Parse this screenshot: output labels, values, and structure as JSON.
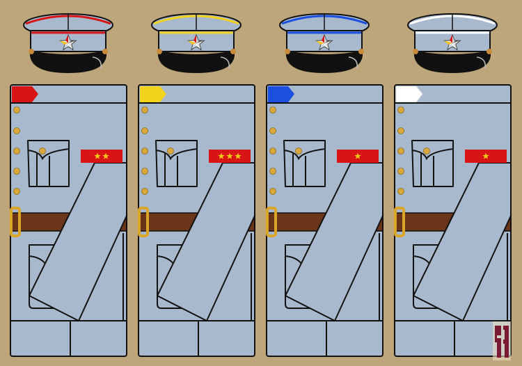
{
  "colors": {
    "background": "#bea67c",
    "uniform": "#a9b9cd",
    "belt": "#6b3519",
    "buckle": "#d9a62a",
    "button": "#d8a93a",
    "rank_tab": "#d81414",
    "rank_star": "#f3c51a",
    "visor": "#111111",
    "logo": "#7a1a35"
  },
  "uniforms": [
    {
      "piping_color": "#d81414",
      "rank_stars": 2
    },
    {
      "piping_color": "#f2d21a",
      "rank_stars": 3
    },
    {
      "piping_color": "#1a4fe0",
      "rank_stars": 1
    },
    {
      "piping_color": "#ffffff",
      "rank_stars": 1
    }
  ],
  "cap_badge": {
    "icon": "multicolor-star-icon"
  },
  "logo": {
    "icon": "monogram-logo"
  }
}
